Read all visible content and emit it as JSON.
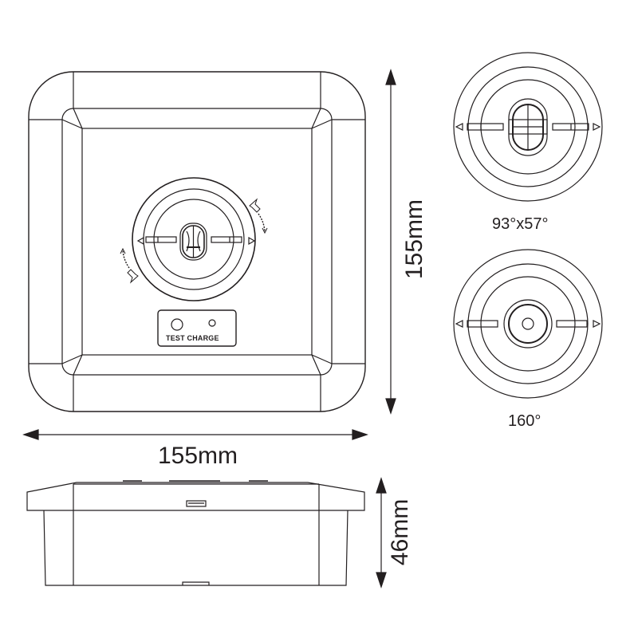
{
  "drawing": {
    "title": "Emergency light technical dimensions",
    "stroke_color": "#231f20",
    "background": "#ffffff"
  },
  "front_view": {
    "panel_label": "TEST CHARGE",
    "lens_position_markers": [
      "left-triangle",
      "right-triangle"
    ],
    "rotation_arrows": [
      "clockwise-arrow-top-right",
      "counterclockwise-arrow-bottom-left"
    ]
  },
  "dimensions": {
    "width": "155mm",
    "height": "155mm",
    "depth": "46mm"
  },
  "lens_options": [
    {
      "name": "corridor-lens",
      "label": "93°x57°"
    },
    {
      "name": "open-area-lens",
      "label": "160°"
    }
  ]
}
